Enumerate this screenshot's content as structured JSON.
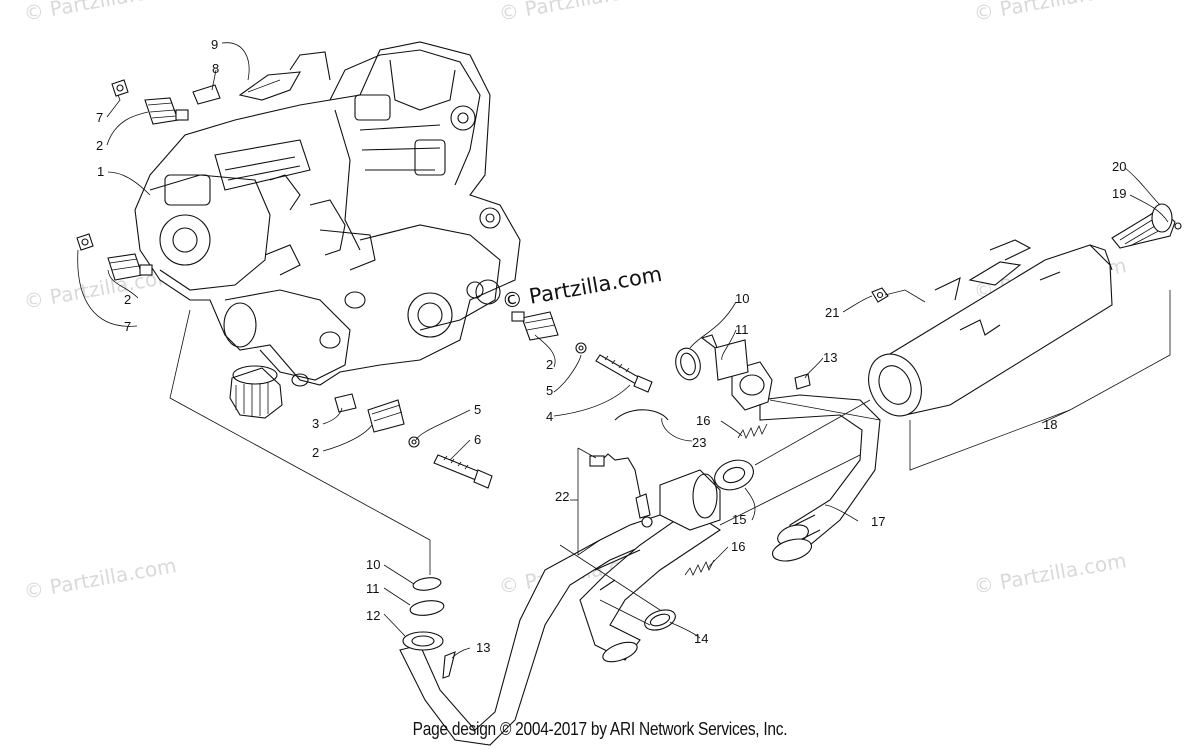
{
  "watermark": "© Partzilla.com",
  "watermark_center": "© Partzilla.com",
  "footer": "Page design © 2004-2017 by ARI Network Services, Inc.",
  "callouts": {
    "c9": "9",
    "c8": "8",
    "c7a": "7",
    "c2a": "2",
    "c1": "1",
    "c2b": "2",
    "c7b": "7",
    "c2c": "2",
    "c5a": "5",
    "c4": "4",
    "c10a": "10",
    "c11a": "11",
    "c13a": "13",
    "c3": "3",
    "c2d": "2",
    "c5b": "5",
    "c6": "6",
    "c16a": "16",
    "c23": "23",
    "c22": "22",
    "c15": "15",
    "c17": "17",
    "c16b": "16",
    "c14": "14",
    "c10b": "10",
    "c11b": "11",
    "c12": "12",
    "c13b": "13",
    "c20": "20",
    "c19": "19",
    "c21": "21",
    "c18": "18"
  }
}
